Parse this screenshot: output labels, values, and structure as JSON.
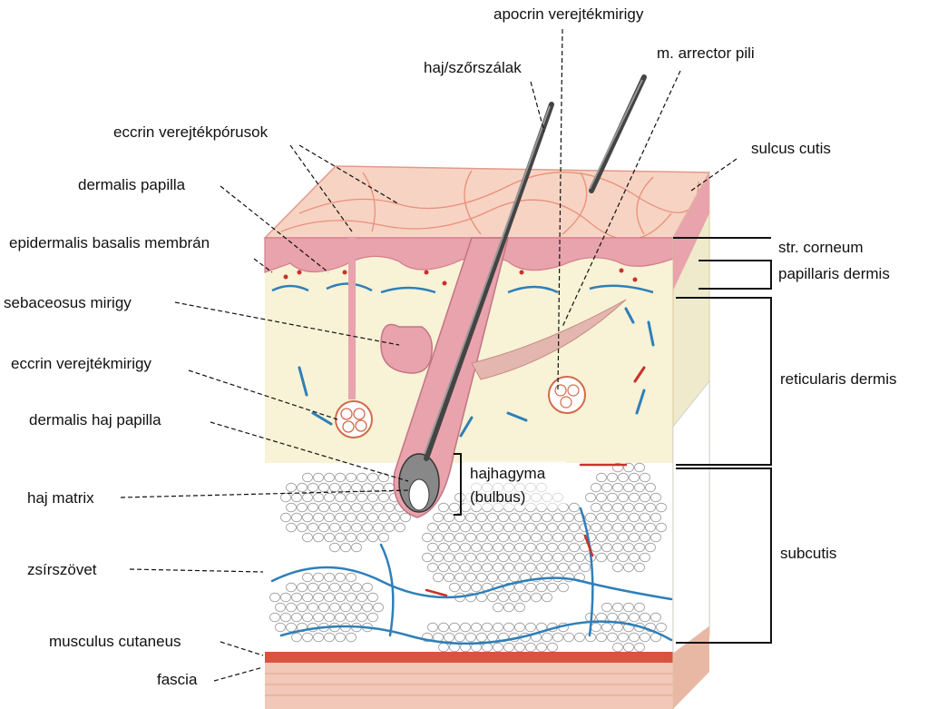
{
  "labels_left": {
    "eccrin_porusok": "eccrin verejtékpórusok",
    "dermalis_papilla": "dermalis papilla",
    "basalis_membran": "epidermalis basalis membrán",
    "sebaceosus": "sebaceosus mirigy",
    "eccrin_mirigy": "eccrin verejtékmirigy",
    "haj_papilla": "dermalis haj papilla",
    "haj_matrix": "haj matrix",
    "zsirszovet": "zsírszövet",
    "musculus": "musculus cutaneus",
    "fascia": "fascia"
  },
  "labels_top": {
    "apocrin": "apocrin verejtékmirigy",
    "haj": "haj/szőrszálak",
    "arrector": "m. arrector pili",
    "sulcus": "sulcus cutis"
  },
  "labels_right": {
    "corneum": "str. corneum",
    "papillaris": "papillaris dermis",
    "reticularis": "reticularis dermis",
    "subcutis": "subcutis"
  },
  "labels_center": {
    "hajhagyma_1": "hajhagyma",
    "hajhagyma_2": "(bulbus)"
  },
  "colors": {
    "epidermis": "#f7d3c3",
    "dermis": "#f8f2d6",
    "pink_tissue": "#e8a3ad",
    "vessel_blue": "#2f7fb8",
    "vessel_red": "#c8322c",
    "fat": "#ffffff",
    "muscle": "#d9533e"
  }
}
